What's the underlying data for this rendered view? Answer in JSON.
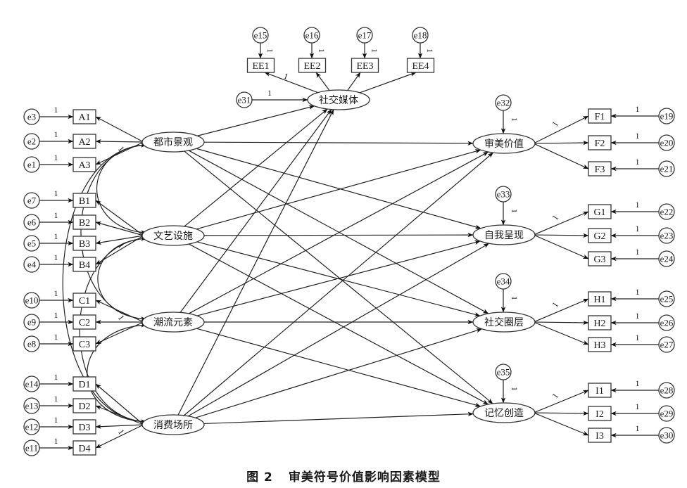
{
  "caption": {
    "figure_number": "图 2",
    "title": "审美符号价值影响因素模型"
  },
  "colors": {
    "line": "#222222",
    "node_stroke": "#333333",
    "background": "#ffffff"
  },
  "latent_variables": [
    {
      "id": "dushi",
      "label": "都市景观",
      "role": "exogenous"
    },
    {
      "id": "wenyi",
      "label": "文艺设施",
      "role": "exogenous"
    },
    {
      "id": "chaoliu",
      "label": "潮流元素",
      "role": "exogenous"
    },
    {
      "id": "xiaofei",
      "label": "消费场所",
      "role": "exogenous"
    },
    {
      "id": "shejiao",
      "label": "社交媒体",
      "role": "mediator"
    },
    {
      "id": "shenmei",
      "label": "审美价值",
      "role": "endogenous"
    },
    {
      "id": "ziwo",
      "label": "自我呈现",
      "role": "endogenous"
    },
    {
      "id": "quanceng",
      "label": "社交圈层",
      "role": "endogenous"
    },
    {
      "id": "jiyi",
      "label": "记忆创造",
      "role": "endogenous"
    }
  ],
  "measurement": [
    {
      "latent": "dushi",
      "indicators": [
        {
          "name": "A1",
          "error": "e3"
        },
        {
          "name": "A2",
          "error": "e2"
        },
        {
          "name": "A3",
          "error": "e1"
        }
      ],
      "fixed_loading_index": 2
    },
    {
      "latent": "wenyi",
      "indicators": [
        {
          "name": "B1",
          "error": "e7"
        },
        {
          "name": "B2",
          "error": "e6"
        },
        {
          "name": "B3",
          "error": "e5"
        },
        {
          "name": "B4",
          "error": "e4"
        }
      ],
      "fixed_loading_index": 3
    },
    {
      "latent": "chaoliu",
      "indicators": [
        {
          "name": "C1",
          "error": "e10"
        },
        {
          "name": "C2",
          "error": "e9"
        },
        {
          "name": "C3",
          "error": "e8"
        }
      ],
      "fixed_loading_index": 1
    },
    {
      "latent": "xiaofei",
      "indicators": [
        {
          "name": "D1",
          "error": "e14"
        },
        {
          "name": "D2",
          "error": "e13"
        },
        {
          "name": "D3",
          "error": "e12"
        },
        {
          "name": "D4",
          "error": "e11"
        }
      ],
      "fixed_loading_index": 3
    },
    {
      "latent": "shejiao",
      "indicators": [
        {
          "name": "EE1",
          "error": "e15"
        },
        {
          "name": "EE2",
          "error": "e16"
        },
        {
          "name": "EE3",
          "error": "e17"
        },
        {
          "name": "EE4",
          "error": "e18"
        }
      ],
      "fixed_loading_index": 0
    },
    {
      "latent": "shenmei",
      "indicators": [
        {
          "name": "F1",
          "error": "e19"
        },
        {
          "name": "F2",
          "error": "e20"
        },
        {
          "name": "F3",
          "error": "e21"
        }
      ],
      "fixed_loading_index": 0
    },
    {
      "latent": "ziwo",
      "indicators": [
        {
          "name": "G1",
          "error": "e22"
        },
        {
          "name": "G2",
          "error": "e23"
        },
        {
          "name": "G3",
          "error": "e24"
        }
      ],
      "fixed_loading_index": 0
    },
    {
      "latent": "quanceng",
      "indicators": [
        {
          "name": "H1",
          "error": "e25"
        },
        {
          "name": "H2",
          "error": "e26"
        },
        {
          "name": "H3",
          "error": "e27"
        }
      ],
      "fixed_loading_index": 0
    },
    {
      "latent": "jiyi",
      "indicators": [
        {
          "name": "I1",
          "error": "e28"
        },
        {
          "name": "I2",
          "error": "e29"
        },
        {
          "name": "I3",
          "error": "e30"
        }
      ],
      "fixed_loading_index": 0
    }
  ],
  "disturbances": [
    {
      "latent": "shejiao",
      "error": "e31"
    },
    {
      "latent": "shenmei",
      "error": "e32"
    },
    {
      "latent": "ziwo",
      "error": "e33"
    },
    {
      "latent": "quanceng",
      "error": "e34"
    },
    {
      "latent": "jiyi",
      "error": "e35"
    }
  ],
  "structural_paths": [
    [
      "dushi",
      "shejiao"
    ],
    [
      "wenyi",
      "shejiao"
    ],
    [
      "chaoliu",
      "shejiao"
    ],
    [
      "xiaofei",
      "shejiao"
    ],
    [
      "dushi",
      "shenmei"
    ],
    [
      "dushi",
      "ziwo"
    ],
    [
      "dushi",
      "quanceng"
    ],
    [
      "dushi",
      "jiyi"
    ],
    [
      "wenyi",
      "shenmei"
    ],
    [
      "wenyi",
      "ziwo"
    ],
    [
      "wenyi",
      "quanceng"
    ],
    [
      "wenyi",
      "jiyi"
    ],
    [
      "chaoliu",
      "shenmei"
    ],
    [
      "chaoliu",
      "ziwo"
    ],
    [
      "chaoliu",
      "quanceng"
    ],
    [
      "chaoliu",
      "jiyi"
    ],
    [
      "xiaofei",
      "shenmei"
    ],
    [
      "xiaofei",
      "ziwo"
    ],
    [
      "xiaofei",
      "quanceng"
    ],
    [
      "xiaofei",
      "jiyi"
    ]
  ],
  "covariances": [
    [
      "dushi",
      "wenyi"
    ],
    [
      "dushi",
      "chaoliu"
    ],
    [
      "dushi",
      "xiaofei"
    ],
    [
      "wenyi",
      "chaoliu"
    ],
    [
      "wenyi",
      "xiaofei"
    ],
    [
      "chaoliu",
      "xiaofei"
    ]
  ],
  "fixed_weight_label": "1"
}
